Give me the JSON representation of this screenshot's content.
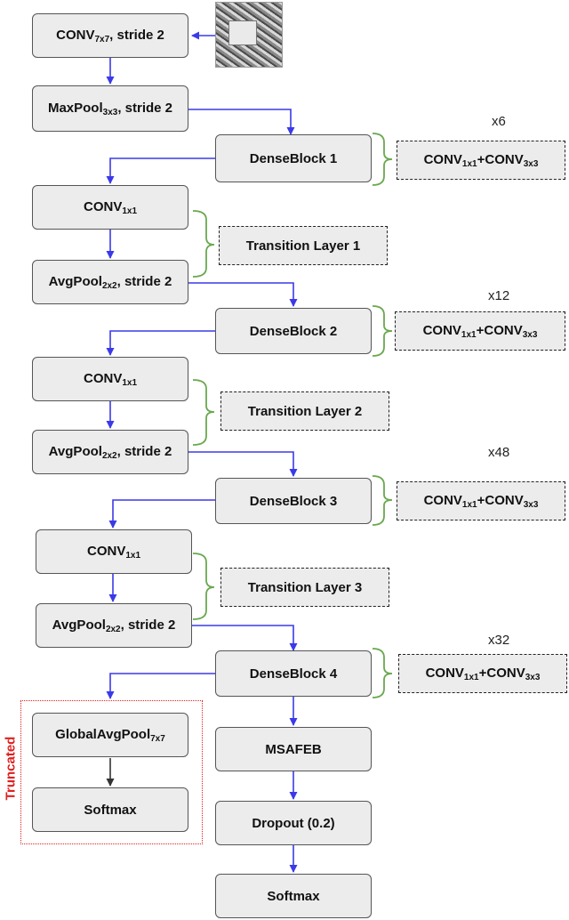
{
  "main": {
    "conv7": {
      "base": "CONV",
      "sub": "7x7",
      "tail": ", stride 2"
    },
    "maxpool": {
      "base": "MaxPool",
      "sub": "3x3",
      "tail": ", stride 2"
    },
    "dense_blocks": [
      "DenseBlock 1",
      "DenseBlock 2",
      "DenseBlock 3",
      "DenseBlock 4"
    ],
    "conv1": {
      "base": "CONV",
      "sub": "1x1"
    },
    "avgpool": {
      "base": "AvgPool",
      "sub": "2x2",
      "tail": ", stride 2"
    },
    "transitions": [
      "Transition Layer 1",
      "Transition Layer 2",
      "Transition Layer 3"
    ],
    "dense_conv": {
      "a": "CONV",
      "a_sub": "1x1",
      "plus": "+",
      "b": "CONV",
      "b_sub": "3x3"
    },
    "repeats": [
      "x6",
      "x12",
      "x48",
      "x32"
    ],
    "msafeb": "MSAFEB",
    "dropout": "Dropout (0.2)",
    "softmax": "Softmax"
  },
  "truncated": {
    "label": "Truncated",
    "gap": {
      "base": "GlobalAvgPool",
      "sub": "7x7"
    },
    "softmax": "Softmax"
  },
  "colors": {
    "arrow": "#3a3ae8",
    "brace": "#6aa84f",
    "truncated": "#e02020",
    "box": "#ececec"
  }
}
